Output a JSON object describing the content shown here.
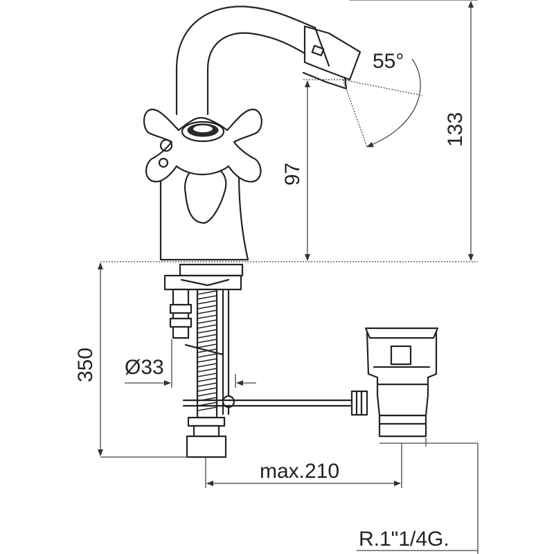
{
  "dimensions": {
    "spout_angle": "55°",
    "spout_height": "97",
    "total_height": "133",
    "under_counter_length": "350",
    "hose_diameter": "Ø33",
    "max_reach": "max.210",
    "waste_thread": "R.1\"1/4G."
  },
  "colors": {
    "line": "#222222",
    "background": "#ffffff"
  }
}
